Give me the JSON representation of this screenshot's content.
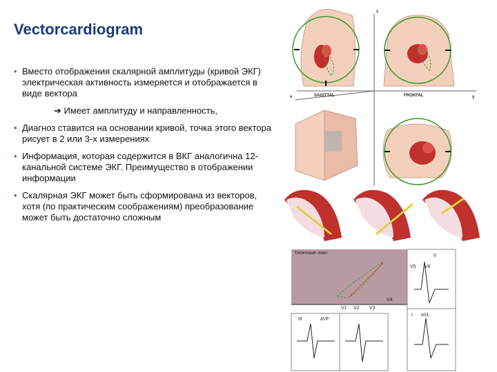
{
  "slide": {
    "title": "Vectorcardiogram",
    "bullets": [
      "Вместо отображения скалярной амплитуды (кривой ЭКГ) электрическая активность измеряется и отображается в виде вектора",
      "Диагноз ставится на основании кривой, точка этого вектора рисует в 2 или 3-х измерениях",
      "Информация, которая содержится в ВКГ аналогична 12-канальной системе ЭКГ. Преимущество в отображении информации",
      "Скалярная ЭКГ может быть сформирована из векторов, хотя (по практическим соображениям) преобразование может быть достаточно сложным"
    ],
    "arrow_line": "Имеет амплитуду и направленность,",
    "arrow_glyph": "➔",
    "bullet_glyph": "•"
  },
  "figure": {
    "axis_labels": {
      "z": "z",
      "x": "x",
      "y": "y"
    },
    "plane_labels": {
      "sagittal": "SAGITTAL",
      "frontal": "FRONTAL"
    },
    "ecg_title": "Типичные знач",
    "ecg_leads": {
      "v5": "V5",
      "v6": "V6",
      "v1": "V1",
      "v2": "V2",
      "v3": "V3",
      "v4": "V4",
      "ii": "II",
      "iii": "III",
      "avf": "aVF",
      "i": "I",
      "avl": "aVL"
    },
    "colors": {
      "title": "#1a3a7a",
      "bullet_dot": "#3a6fb0",
      "heart_red": "#c0302c",
      "loop_green": "#3a9a2a",
      "skin": "#f2d0bc",
      "ecg_bg": "#b89aa4"
    }
  }
}
